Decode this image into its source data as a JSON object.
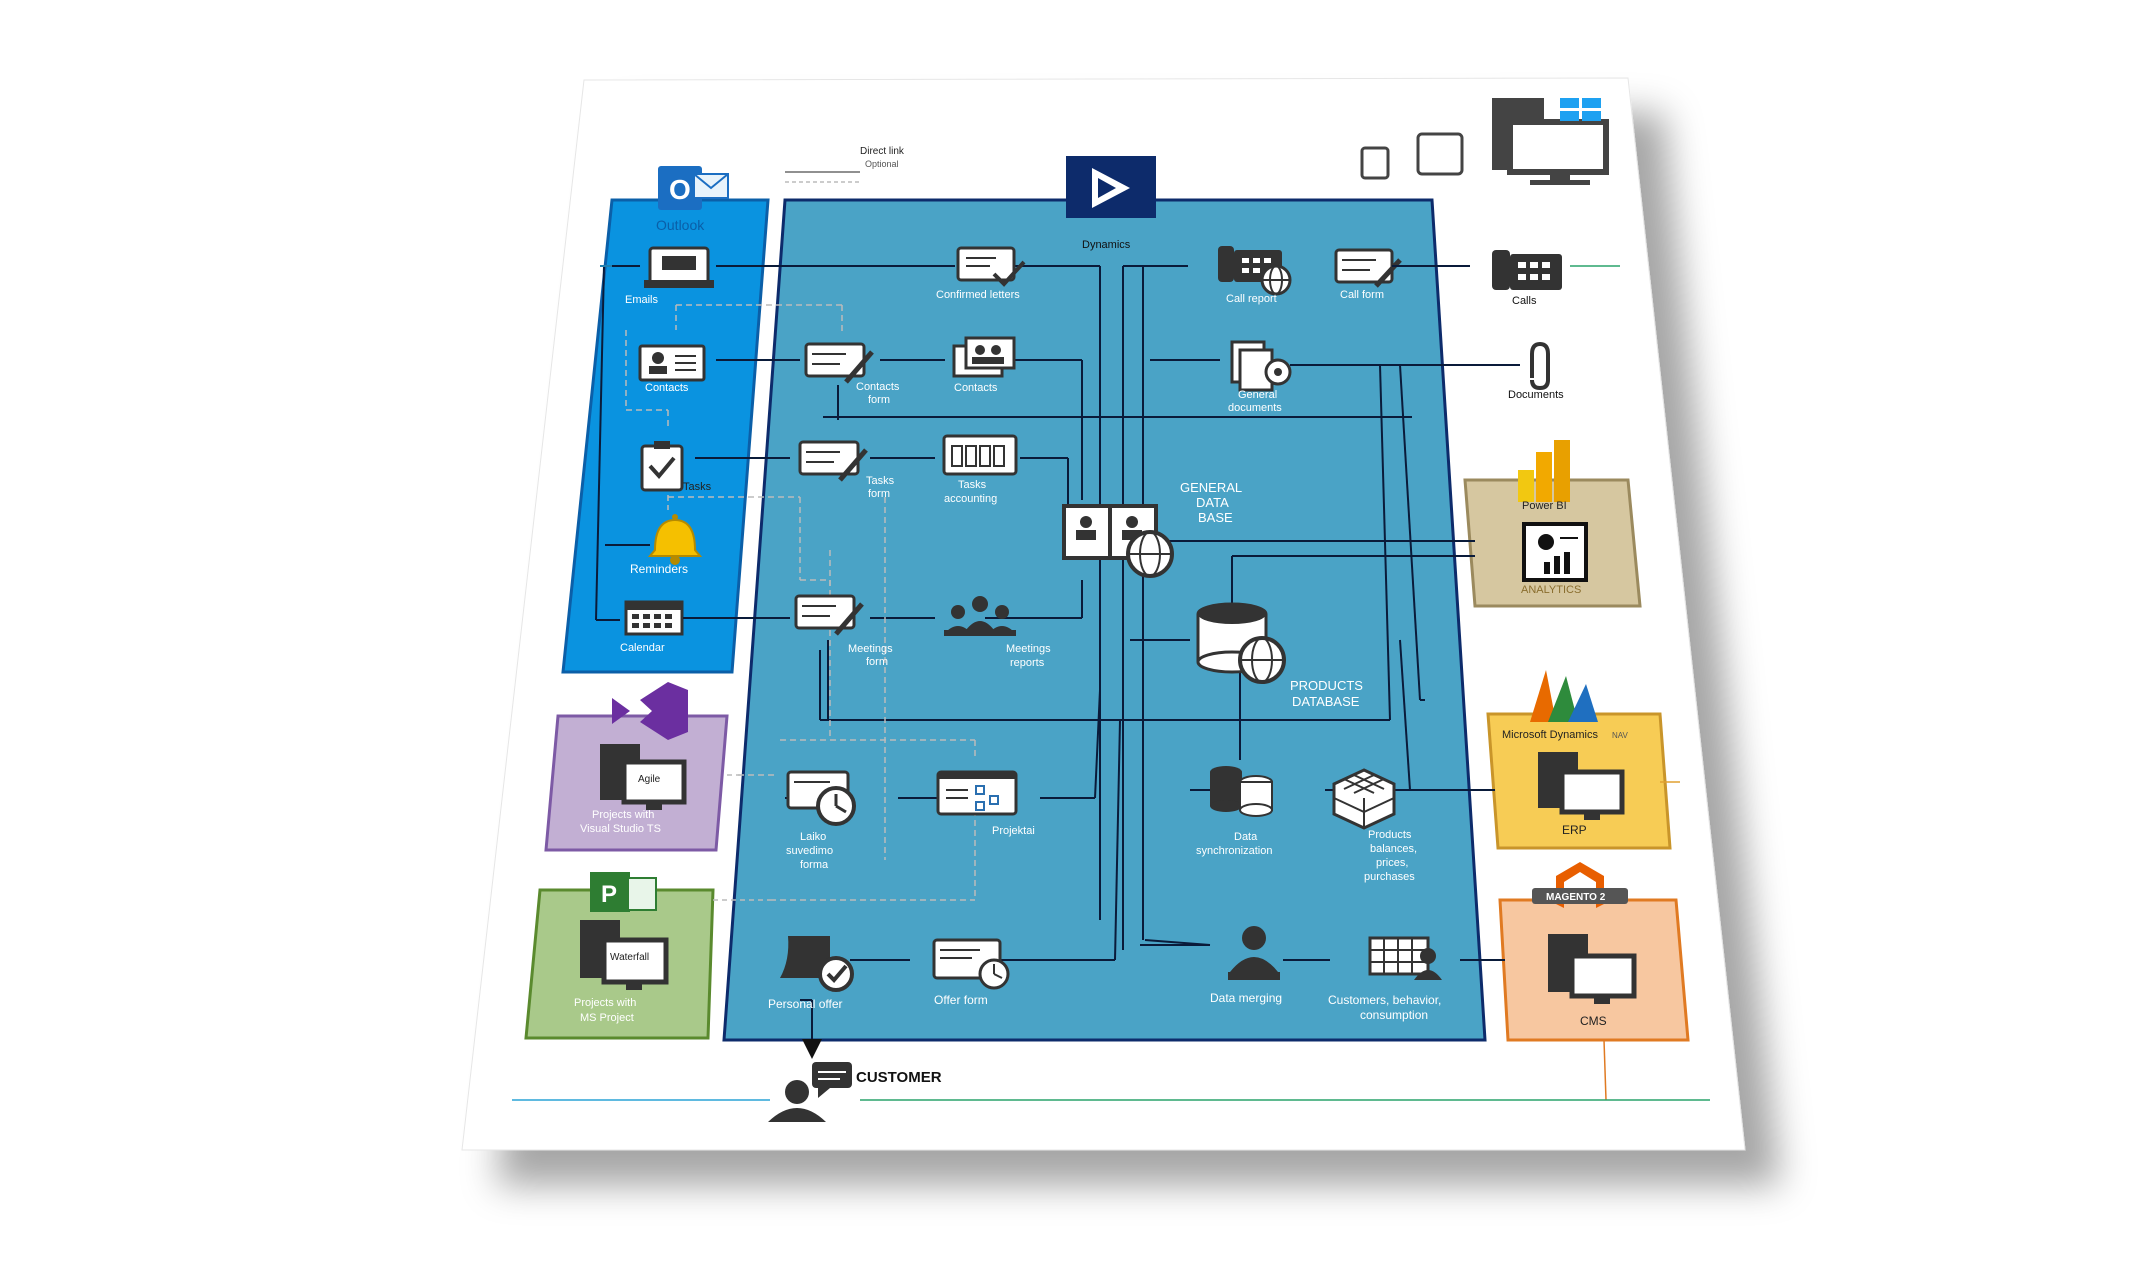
{
  "legend": {
    "direct": "Direct link",
    "optional": "Optional"
  },
  "outlook": {
    "title": "Outlook",
    "emails": "Emails",
    "contacts": "Contacts",
    "tasks": "Tasks",
    "reminders": "Reminders",
    "calendar": "Calendar"
  },
  "dynamics": {
    "title": "Dynamics",
    "confirmed_letters": "Confirmed letters",
    "contacts_form": [
      "Contacts",
      "form"
    ],
    "contacts": "Contacts",
    "tasks_form": [
      "Tasks",
      "form"
    ],
    "tasks_accounting": [
      "Tasks",
      "accounting"
    ],
    "meetings_form": [
      "Meetings",
      "form"
    ],
    "meetings_reports": [
      "Meetings",
      "reports"
    ],
    "general_db": [
      "GENERAL",
      "DATA",
      "BASE"
    ],
    "products_db": [
      "PRODUCTS",
      "DATABASE"
    ],
    "laiko": [
      "Laiko",
      "suvedimo",
      "forma"
    ],
    "projektai": "Projektai",
    "personal_offer": "Personal offer",
    "offer_form": "Offer form",
    "call_report": "Call report",
    "call_form": "Call form",
    "general_documents": [
      "General",
      "documents"
    ],
    "data_sync": [
      "Data",
      "synchronization"
    ],
    "products_balances": [
      "Products",
      "balances,",
      "prices,",
      "purchases"
    ],
    "data_merging": "Data merging",
    "customers_behavior": [
      "Customers, behavior,",
      "consumption"
    ]
  },
  "vs": {
    "agile": "Agile",
    "label": [
      "Projects with",
      "Visual Studio TS"
    ]
  },
  "msproject": {
    "waterfall": "Waterfall",
    "label": [
      "Projects with",
      "MS Project"
    ]
  },
  "right": {
    "calls": "Calls",
    "documents": "Documents",
    "powerbi": "Power BI",
    "analytics": "ANALYTICS",
    "msdyn": "Microsoft Dynamics",
    "nav": "NAV",
    "erp": "ERP",
    "magento": "MAGENTO 2",
    "cms": "CMS"
  },
  "customer": "CUSTOMER",
  "colors": {
    "outlook": "#0a93e0",
    "dynamics": "#4aa3c6",
    "dynamics_border": "#0d2b6b",
    "vs": "#c2afd3",
    "msproject": "#a9c98a",
    "analytics": "#d6c7a0",
    "erp": "#f7cc55",
    "cms": "#f7c7a0"
  }
}
